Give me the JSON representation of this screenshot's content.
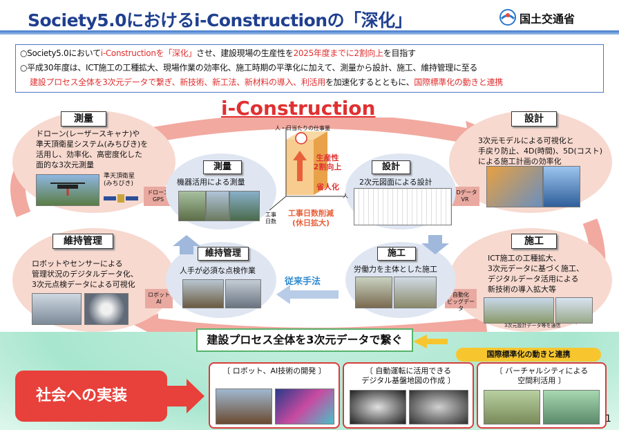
{
  "header": {
    "title": "Society5.0におけるi-Constructionの「深化」",
    "ministry": "国土交通省"
  },
  "summary": {
    "line1_a": "○Society5.0において",
    "line1_b": "i-Constructionを「深化」",
    "line1_c": "させ、建設現場の生産性を",
    "line1_d": "2025年度までに2割向上",
    "line1_e": "を目指す",
    "line2": "○平成30年度は、ICT施工の工種拡大、現場作業の効率化、施工時期の平準化に加えて、測量から設計、施工、維持管理に至る",
    "line3_a": "建設プロセス全体を3次元データで繋ぎ、新技術、新工法、新材料の導入、利活用",
    "line3_b": "を加速化するとともに、",
    "line3_c": "国際標準化の動きと連携"
  },
  "center_title": "i-Construction",
  "outer": {
    "survey": {
      "label": "測量",
      "desc": [
        "ドローン(レーザースキャナ)や",
        "準天頂衛星システム(みちびき)を",
        "活用し、効率化、高密度化した",
        "面的な3次元測量"
      ],
      "sat": [
        "準天頂衛星",
        "(みちびき)"
      ],
      "tag": "ドローン\nGPS"
    },
    "design": {
      "label": "設計",
      "desc": [
        "3次元モデルによる可視化と",
        "手戻り防止、4D(時間)、5D(コスト)",
        "による施工計画の効率化"
      ],
      "tag": "3Dデータ\nVR"
    },
    "construction": {
      "label": "施工",
      "desc": [
        "ICT施工の工種拡大、",
        "3次元データに基づく施工、",
        "デジタルデータ活用による",
        "新技術の導入拡大等"
      ],
      "tag": "自動化\nビッグデータ",
      "caption": "3次元設計データ等を通信"
    },
    "maintenance": {
      "label": "維持管理",
      "desc": [
        "ロボットやセンサーによる",
        "管理状況のデジタルデータ化、",
        "3次元点検データによる可視化"
      ],
      "tag": "ロボット\nAI"
    }
  },
  "inner": {
    "survey": {
      "label": "測量",
      "desc": "機器活用による測量"
    },
    "design": {
      "label": "設計",
      "desc": "2次元図面による設計"
    },
    "construction": {
      "label": "施工",
      "desc": "労働力を主体とした施工"
    },
    "maintenance": {
      "label": "維持管理",
      "desc": "人手が必須な点検作業"
    },
    "conventional": "従来手法"
  },
  "graph": {
    "axis_top": "人・日当たりの仕事量",
    "productivity": "生産性\n2割向上",
    "labor_saving": "省人化",
    "days_cut": "工事日数削減\n(休日拡大)",
    "axis_left": "工事\n日数",
    "axis_right": "人"
  },
  "bottom": {
    "connect": "建設プロセス全体を3次元データで繋ぐ",
    "standard": "国際標準化の動きと連携",
    "impl": "社会への実装",
    "cards": [
      {
        "title": "〔 ロボット、AI技術の開発 〕"
      },
      {
        "title": "〔 自動運転に活用できる\nデジタル基盤地図の作成 〕"
      },
      {
        "title": "〔 バーチャルシティによる\n空間利活用 〕"
      }
    ],
    "page": "1"
  },
  "colors": {
    "title_blue": "#1f3f8f",
    "accent_red": "#e03030",
    "oval_pink": "#f7d9cf",
    "inner_blue": "#dfe6f2",
    "band_green": "#a8e6cf"
  }
}
